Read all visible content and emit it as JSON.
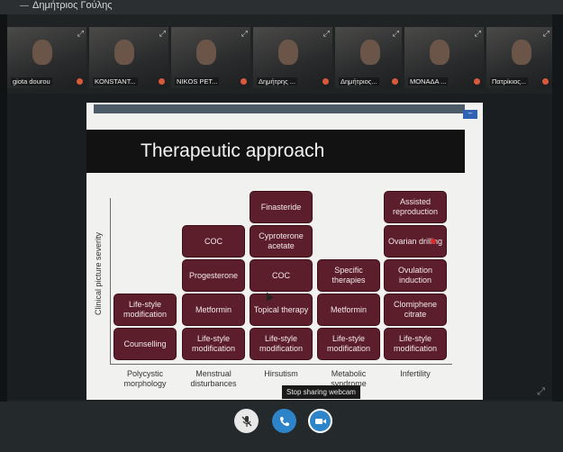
{
  "window": {
    "title": "Δημήτριος Γούλης"
  },
  "participants": [
    {
      "name": "giota dourou"
    },
    {
      "name": "KONSTANT..."
    },
    {
      "name": "NIKOS PET..."
    },
    {
      "name": "Δημήτρης ..."
    },
    {
      "name": "Δημήτριος..."
    },
    {
      "name": "ΜΟΝΑΔΑ ..."
    },
    {
      "name": "Πατρίκιος..."
    }
  ],
  "slide": {
    "title": "Therapeutic approach",
    "ylabel": "Clinical picture severity",
    "columns": [
      {
        "label": "Polycystic\nmorphology",
        "boxes": [
          "Counselling",
          "Life-style modification"
        ]
      },
      {
        "label": "Menstrual\ndisturbances",
        "boxes": [
          "Life-style modification",
          "Metformin",
          "Progesterone",
          "COC"
        ]
      },
      {
        "label": "Hirsutism",
        "boxes": [
          "Life-style modification",
          "Topical therapy",
          "COC",
          "Cyproterone acetate",
          "Finasteride"
        ]
      },
      {
        "label": "Metabolic\nsyndrome",
        "boxes": [
          "Life-style modification",
          "Metformin",
          "Specific therapies"
        ]
      },
      {
        "label": "Infertility",
        "boxes": [
          "Life-style modification",
          "Clomiphene citrate",
          "Ovulation induction",
          "Ovarian drilling",
          "Assisted reproduction"
        ]
      }
    ]
  },
  "tooltip": {
    "text": "Stop sharing webcam"
  },
  "colors": {
    "box": "#5c1e2a",
    "accent": "#2d84c9"
  },
  "icons": {
    "mic": "mic-muted-icon",
    "phone": "phone-icon",
    "camera": "video-camera-icon",
    "expand": "expand-icon",
    "fullscreen": "fullscreen-icon"
  }
}
